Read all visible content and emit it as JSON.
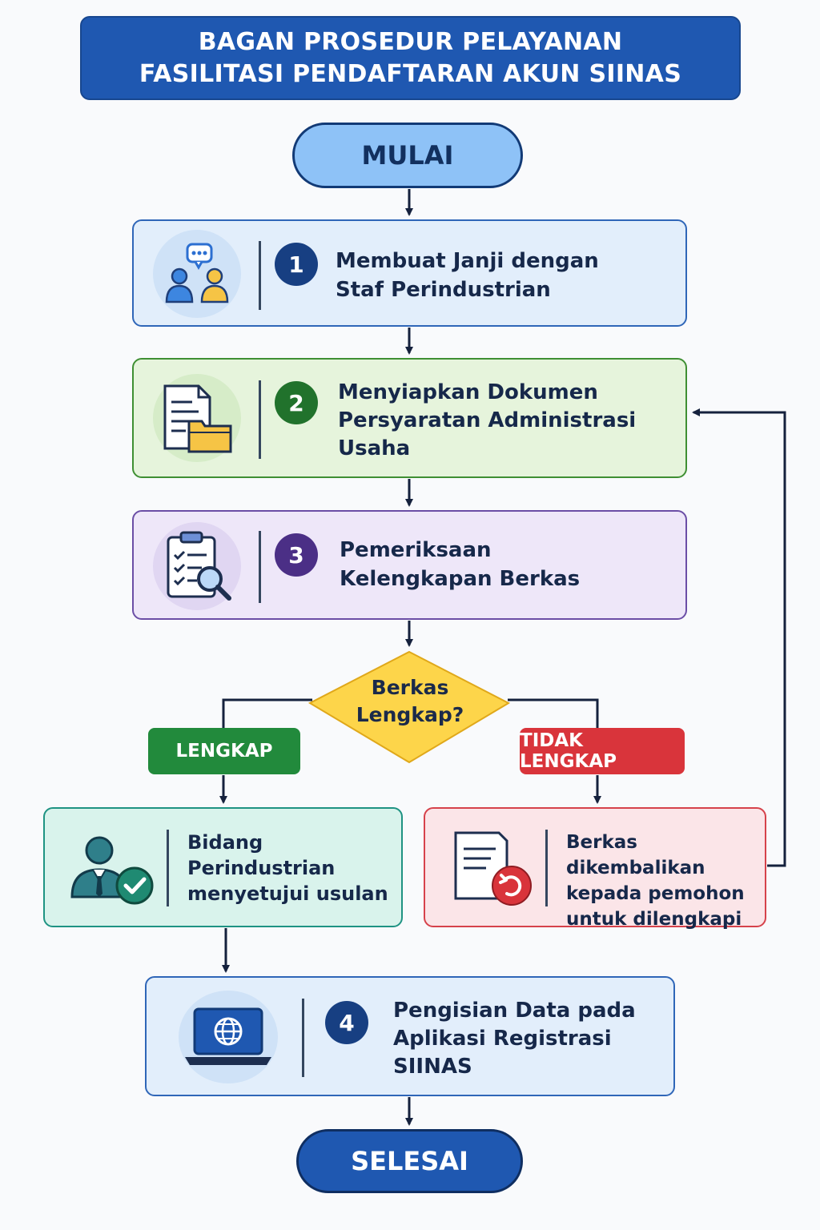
{
  "title": {
    "line1": "BAGAN PROSEDUR PELAYANAN",
    "line2": "FASILITASI PENDAFTARAN AKUN SIINAS"
  },
  "start_label": "MULAI",
  "end_label": "SELESAI",
  "steps": [
    {
      "number": "1",
      "lines": [
        "Membuat Janji dengan",
        "Staf Perindustrian"
      ],
      "icon": "people-chat-icon",
      "color": "#173f82"
    },
    {
      "number": "2",
      "lines": [
        "Menyiapkan Dokumen",
        "Persyaratan Administrasi",
        "Usaha"
      ],
      "icon": "document-folder-icon",
      "color": "#21722c"
    },
    {
      "number": "3",
      "lines": [
        "Pemeriksaan",
        "Kelengkapan Berkas"
      ],
      "icon": "checklist-magnifier-icon",
      "color": "#4b2f86"
    },
    {
      "number": "4",
      "lines": [
        "Pengisian Data pada",
        "Aplikasi Registrasi",
        "SIINAS"
      ],
      "icon": "laptop-globe-icon",
      "color": "#173f82"
    }
  ],
  "decision": {
    "lines": [
      "Berkas",
      "Lengkap?"
    ]
  },
  "branches": {
    "complete": {
      "label": "LENGKAP",
      "lines": [
        "Bidang",
        "Perindustrian",
        "menyetujui usulan"
      ],
      "icon": "official-approved-icon",
      "color": "#228a3c"
    },
    "incomplete": {
      "label": "TIDAK LENGKAP",
      "lines": [
        "Berkas dikembalikan",
        "kepada pemohon",
        "untuk dilengkapi"
      ],
      "icon": "document-return-icon",
      "color": "#d9343b"
    }
  }
}
